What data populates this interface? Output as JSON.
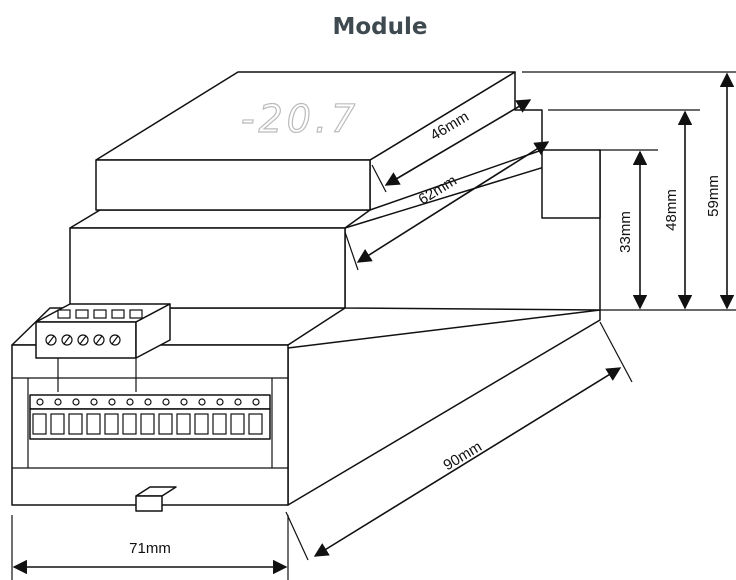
{
  "title": "Module",
  "display_text": "-20.7",
  "dimensions": {
    "width": "71mm",
    "length": "90mm",
    "top_depth": "46mm",
    "mid_depth": "62mm",
    "height_low": "33mm",
    "height_mid": "48mm",
    "height_full": "59mm"
  }
}
